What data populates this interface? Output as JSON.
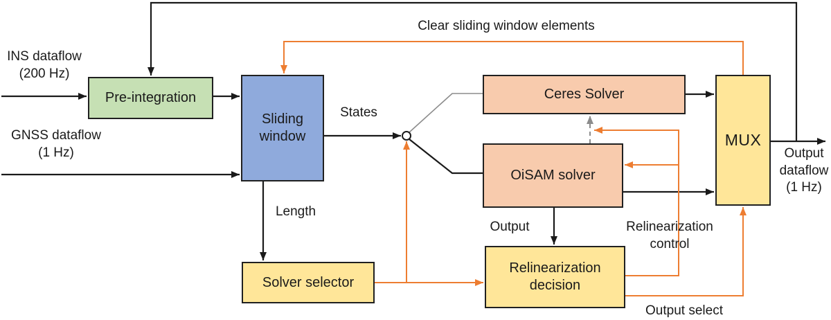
{
  "colors": {
    "background": "#ffffff",
    "green_box": "#C6E0B4",
    "blue_box": "#8FAADC",
    "peach_box": "#F8CBAD",
    "yellow_box": "#FFE699",
    "node_border": "#202020",
    "line_black": "#1a1a1a",
    "line_orange": "#ED7D31",
    "line_gray": "#8C8C8C"
  },
  "nodes": {
    "pre_integration": {
      "label": "Pre-integration"
    },
    "sliding_window": {
      "label": "Sliding\nwindow"
    },
    "ceres_solver": {
      "label": "Ceres Solver"
    },
    "oisam_solver": {
      "label": "OiSAM solver"
    },
    "mux": {
      "label": "MUX"
    },
    "solver_selector": {
      "label": "Solver selector"
    },
    "relinearization_decision": {
      "label": "Relinearization\ndecision"
    }
  },
  "annotations": {
    "ins_input": "INS dataflow\n(200 Hz)",
    "gnss_input": "GNSS dataflow\n(1 Hz)",
    "clear_sliding": "Clear sliding window elements",
    "states": "States",
    "length": "Length",
    "output": "Output",
    "relinearization_control": "Relinearization\ncontrol",
    "output_select": "Output select",
    "output_dataflow": "Output\ndataflow\n(1 Hz)"
  }
}
